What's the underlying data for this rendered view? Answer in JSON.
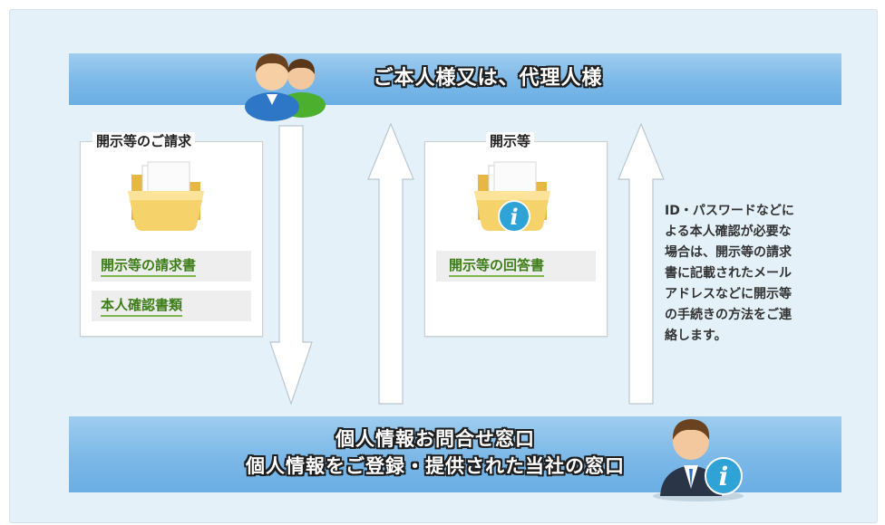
{
  "top_band": {
    "label": "ご本人様又は、代理人様"
  },
  "bottom_band": {
    "line1": "個人情報お問合せ窓口",
    "line2": "個人情報をご登録・提供された当社の窓口"
  },
  "request_box": {
    "title": "開示等のご請求",
    "items": [
      "開示等の請求書",
      "本人確認書類"
    ]
  },
  "disclosure_box": {
    "title": "開示等",
    "items": [
      "開示等の回答書"
    ]
  },
  "note": {
    "lines": [
      "ID・パスワードなどに",
      "よる本人確認が必要な",
      "場合は、開示等の請求",
      "書に記載されたメール",
      "アドレスなどに開示等",
      "の手続きの方法をご連",
      "絡します。"
    ]
  },
  "icons": [
    "users-icon",
    "folder-icon",
    "folder-info-icon",
    "operator-info-icon"
  ],
  "colors": {
    "band": "#7bb8e8",
    "panel": "#e4f1f9",
    "doc_text": "#3d7d18",
    "info_badge": "#2fa3d6"
  }
}
